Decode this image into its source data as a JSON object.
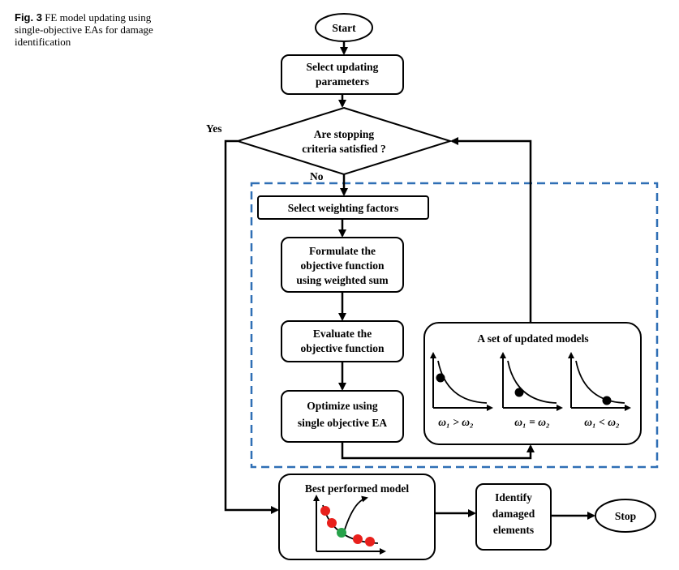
{
  "caption": {
    "label": "Fig. 3",
    "text": "FE model updating using single-objective EAs for damage identification"
  },
  "nodes": {
    "start": "Start",
    "select_params": [
      "Select updating",
      "parameters"
    ],
    "decision": [
      "Are stopping",
      "criteria satisfied ?"
    ],
    "yes_label": "Yes",
    "no_label": "No",
    "select_weights": "Select weighting factors",
    "formulate": [
      "Formulate the",
      "objective function",
      "using weighted sum"
    ],
    "evaluate": [
      "Evaluate the",
      "objective function"
    ],
    "optimize": [
      "Optimize using",
      "single objective EA"
    ],
    "updated_models_title": "A set of updated models",
    "conditions": [
      "ω₁ > ω₂",
      "ω₁ = ω₂",
      "ω₁ < ω₂"
    ],
    "best_model": "Best performed model",
    "identify": [
      "Identify",
      "damaged",
      "elements"
    ],
    "stop": "Stop"
  },
  "colors": {
    "dashed_border": "#2f6fb5",
    "red_dot": "#e8201c",
    "green_dot": "#27a24a",
    "stroke": "#000000"
  }
}
